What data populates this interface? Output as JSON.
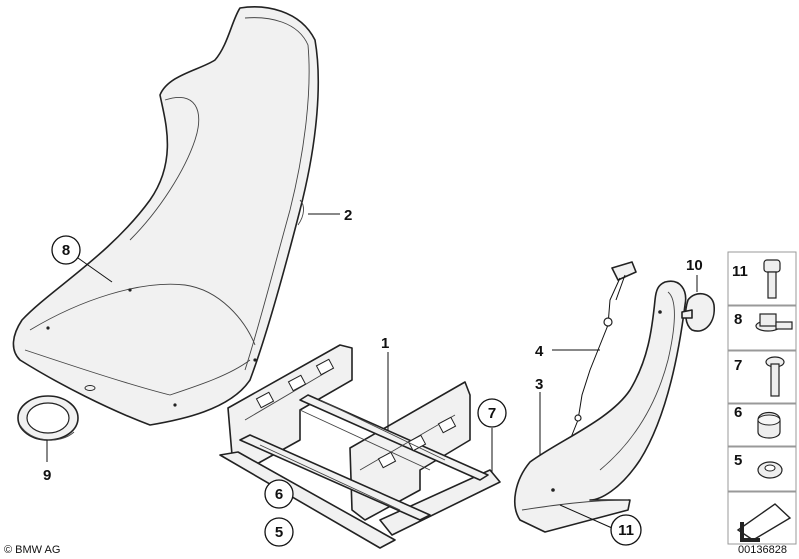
{
  "callouts": {
    "c1": "1",
    "c2": "2",
    "c3": "3",
    "c4": "4",
    "c5": "5",
    "c6": "6",
    "c7": "7",
    "c8": "8",
    "c9": "9",
    "c10": "10",
    "c11": "11"
  },
  "legend": {
    "rows": [
      {
        "label": "11",
        "icon": "bolt-icon"
      },
      {
        "label": "8",
        "icon": "flange-screw-icon"
      },
      {
        "label": "7",
        "icon": "screw-icon"
      },
      {
        "label": "6",
        "icon": "cap-icon"
      },
      {
        "label": "5",
        "icon": "nut-icon"
      }
    ]
  },
  "footer": {
    "copyright": "© BMW AG",
    "diagram_number": "00136828"
  }
}
